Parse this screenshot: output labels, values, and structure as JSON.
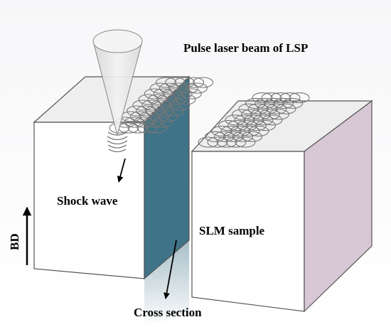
{
  "labels": {
    "laser_beam": "Pulse laser beam of LSP",
    "shock_wave": "Shock wave",
    "slm_sample": "SLM sample",
    "cross_section": "Cross section",
    "build_direction": "BD"
  },
  "colors": {
    "cube_face": "#ffffff",
    "cube_top": "#eeeeee",
    "cross_section_face": "#3f7387",
    "right_side_face": "#d8c7d5",
    "laser_cone": "#e3e3e3",
    "outline": "#555555",
    "spots": "#777777"
  }
}
